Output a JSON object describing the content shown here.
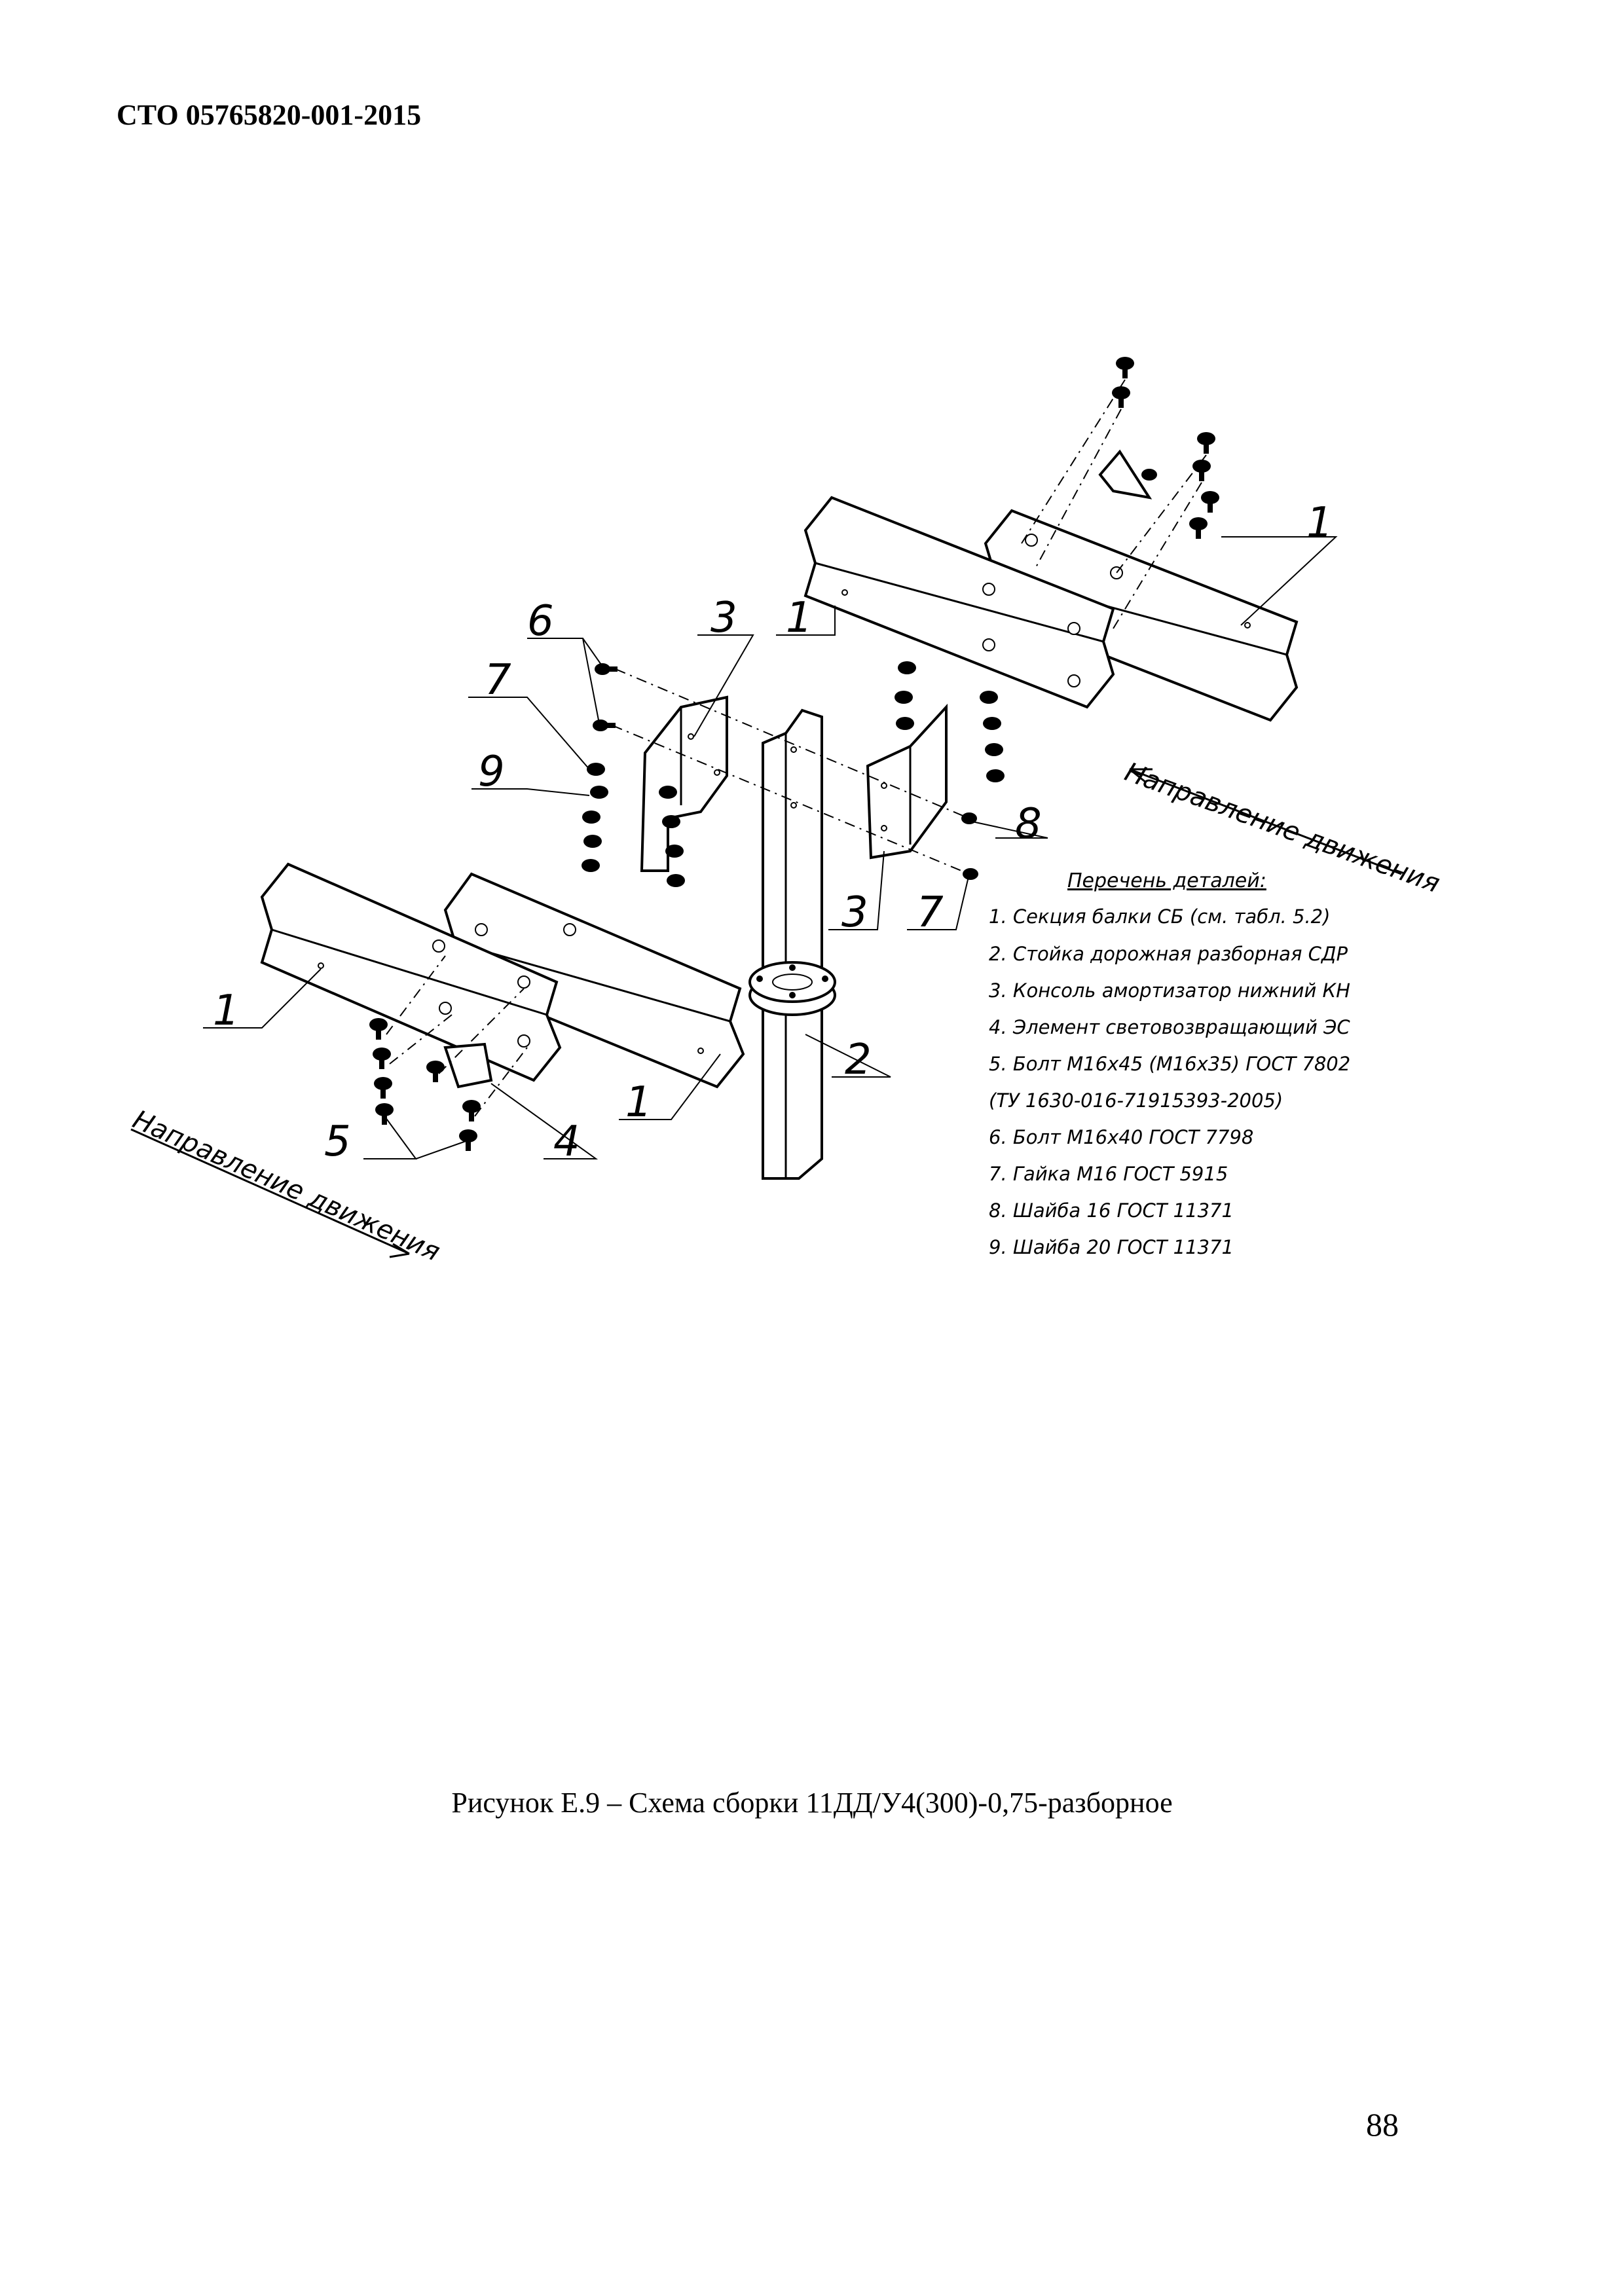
{
  "document": {
    "header": "СТО 05765820-001-2015",
    "caption": "Рисунок Е.9 – Схема сборки 11ДД/У4(300)-0,75-разборное",
    "page_number": "88"
  },
  "drawing": {
    "direction_label": "Направление движения",
    "callouts": {
      "beam_top_right": "1",
      "beam_top_left": "1",
      "beam_bottom_left": "1",
      "beam_bottom_right": "1",
      "post": "2",
      "console_upper": "3",
      "console_lower": "3",
      "reflector": "4",
      "bolts": "5",
      "bolt_m16x40": "6",
      "nut_upper": "7",
      "nut_lower": "7",
      "washer_16": "8",
      "washer_20": "9"
    },
    "legend": {
      "title": "Перечень деталей:",
      "items": [
        "1. Секция балки СБ (см. табл. 5.2)",
        "2. Стойка дорожная разборная СДР",
        "3. Консоль амортизатор нижний КН",
        "4. Элемент световозвращающий ЭС",
        "5. Болт М16х45 (М16х35) ГОСТ 7802",
        "(ТУ 1630-016-71915393-2005)",
        "6. Болт М16х40 ГОСТ 7798",
        "7. Гайка М16 ГОСТ 5915",
        "8. Шайба 16 ГОСТ 11371",
        "9. Шайба 20 ГОСТ 11371"
      ]
    }
  }
}
